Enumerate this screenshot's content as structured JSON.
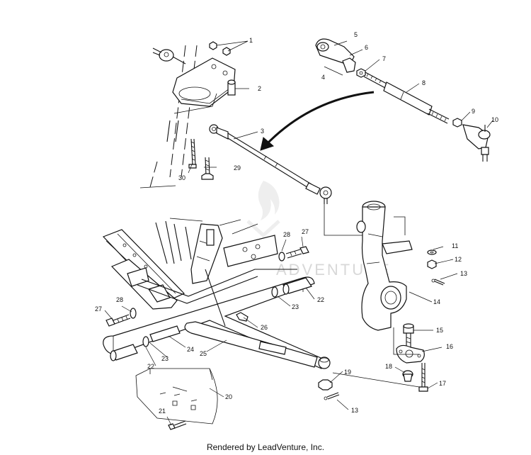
{
  "diagram": {
    "callouts": [
      "1",
      "2",
      "3",
      "4",
      "5",
      "6",
      "7",
      "8",
      "9",
      "10",
      "11",
      "12",
      "13",
      "14",
      "15",
      "16",
      "17",
      "18",
      "19",
      "13",
      "20",
      "21",
      "22",
      "22",
      "23",
      "23",
      "24",
      "25",
      "26",
      "27",
      "27",
      "28",
      "28",
      "29",
      "30"
    ],
    "watermark": "ADVENTURE",
    "footer": "Rendered by LeadVenture, Inc."
  }
}
